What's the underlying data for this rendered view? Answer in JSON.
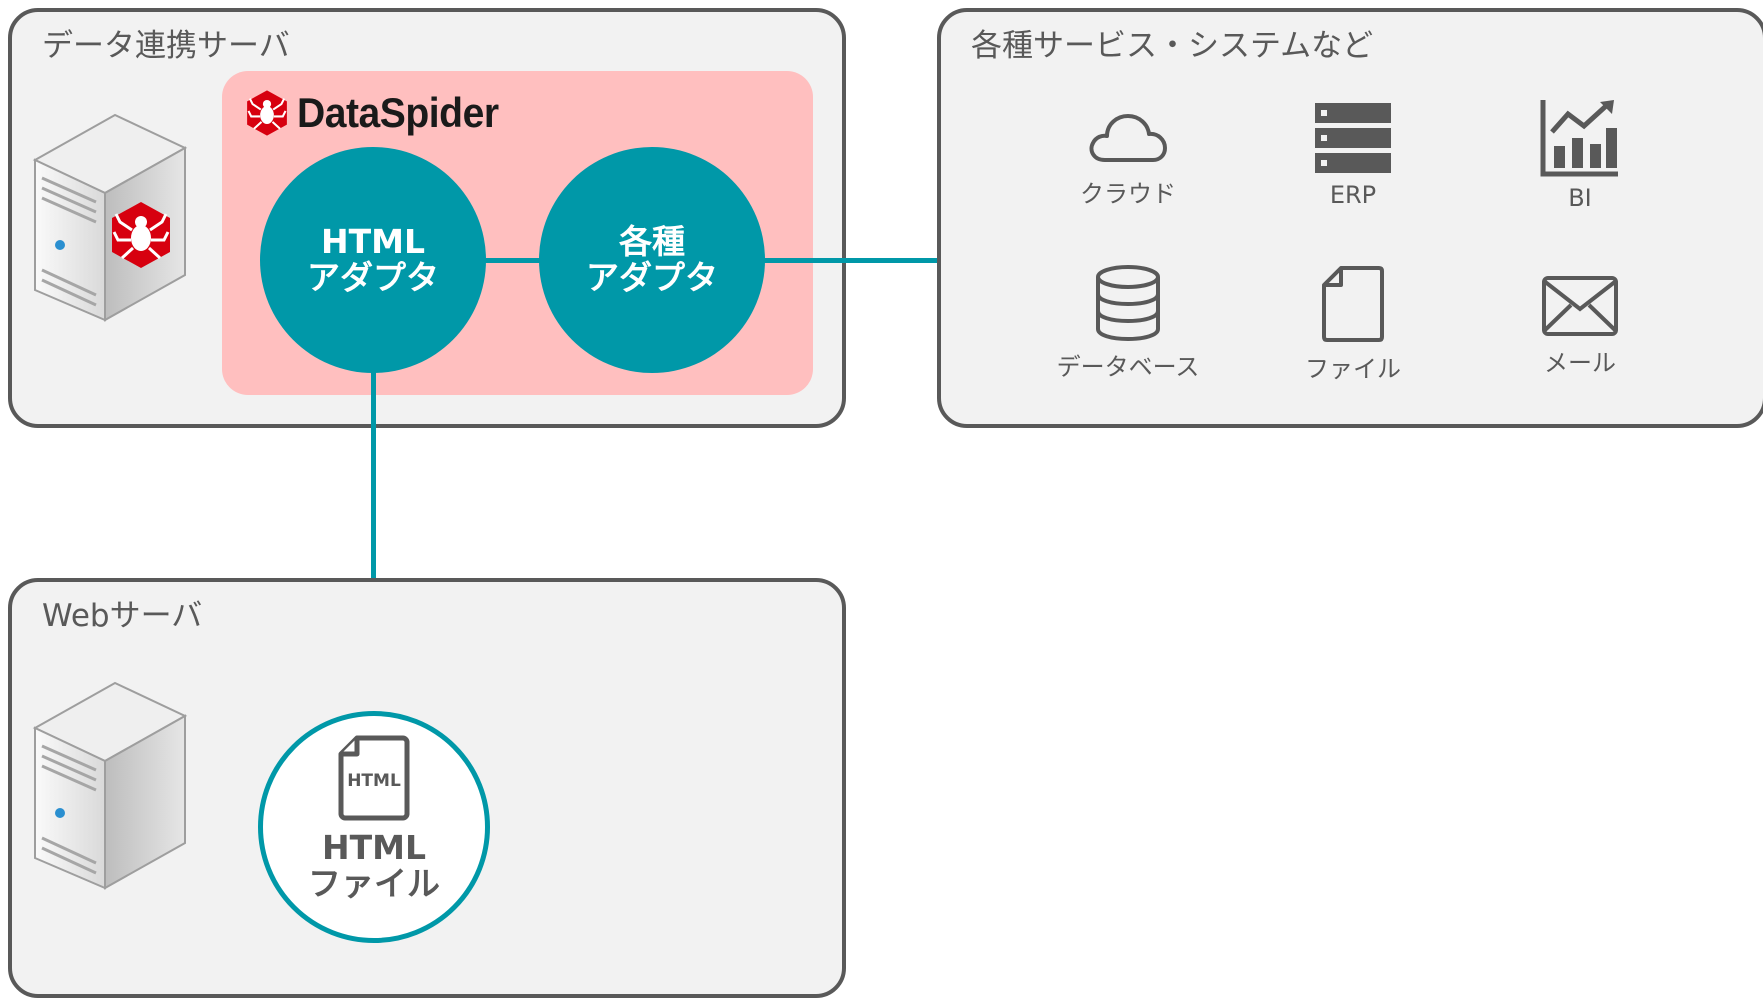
{
  "panels": {
    "data_server": {
      "title": "データ連携サーバ"
    },
    "services": {
      "title": "各種サービス・システムなど"
    },
    "web_server": {
      "title": "Webサーバ"
    }
  },
  "dataspider": {
    "logo_text": "DataSpider"
  },
  "nodes": {
    "html_adapter": {
      "line1": "HTML",
      "line2": "アダプタ"
    },
    "various_adapter": {
      "line1": "各種",
      "line2": "アダプタ"
    },
    "html_file": {
      "line1": "HTML",
      "line2": "ファイル",
      "doc_label": "HTML"
    }
  },
  "services": [
    {
      "icon": "cloud-icon",
      "label": "クラウド"
    },
    {
      "icon": "server-rack-icon",
      "label": "ERP"
    },
    {
      "icon": "bar-chart-icon",
      "label": "BI"
    },
    {
      "icon": "database-icon",
      "label": "データベース"
    },
    {
      "icon": "file-icon",
      "label": "ファイル"
    },
    {
      "icon": "mail-icon",
      "label": "メール"
    }
  ],
  "colors": {
    "teal": "#0098a8",
    "panel_bg": "#f2f2f2",
    "panel_border": "#595959",
    "dataspider_bg": "#ffbfbf",
    "logo_red": "#d7000f"
  }
}
